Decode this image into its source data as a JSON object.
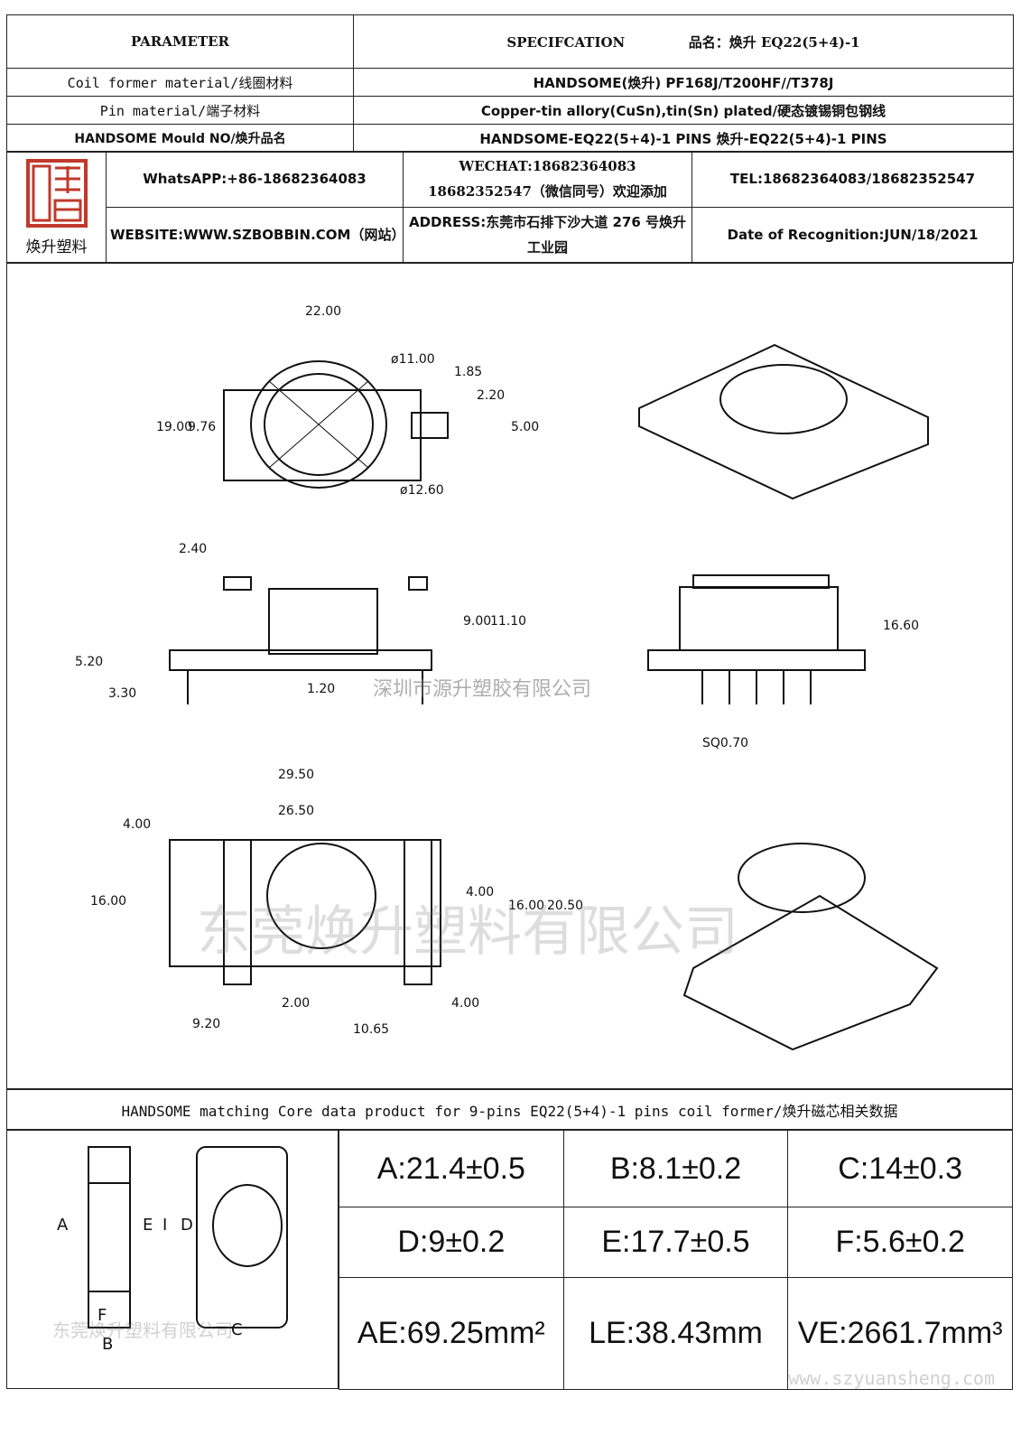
{
  "header": {
    "parameter": "PARAMETER",
    "specification": "SPECIFCATION",
    "product_name": "品名：焕升 EQ22(5+4)-1"
  },
  "rows": [
    {
      "label": "Coil former material/线圈材料",
      "value": "HANDSOME(焕升)   PF168J/T200HF//T378J"
    },
    {
      "label": "Pin material/端子材料",
      "value": "Copper-tin allory(CuSn),tin(Sn) plated/硬态镀锡铜包钢线"
    },
    {
      "label": "HANDSOME Mould NO/焕升品名",
      "value": "HANDSOME-EQ22(5+4)-1 PINS    焕升-EQ22(5+4)-1 PINS"
    }
  ],
  "company": {
    "logo_text": "焕升塑料",
    "whatsapp": "WhatsAPP:+86-18682364083",
    "wechat": "WECHAT:18682364083 18682352547（微信同号）欢迎添加",
    "tel": "TEL:18682364083/18682352547",
    "website": "WEBSITE:WWW.SZBOBBIN.COM（网站）",
    "address": "ADDRESS:东莞市石排下沙大道 276 号焕升工业园",
    "date": "Date of Recognition:JUN/18/2021"
  },
  "drawing": {
    "dims": {
      "A": "22.00",
      "B": "ø11.00",
      "C": "ø12.60",
      "D": "19.00",
      "d2": "9.76",
      "b1": "1.85",
      "b2": "2.20",
      "b3": "5.00",
      "E": "2.40",
      "J": "9.00",
      "K": "11.10",
      "F": "5.20",
      "G": "3.30",
      "I": "1.20",
      "L": "16.60",
      "M": "SQ0.70",
      "N": "29.50",
      "O": "26.50",
      "P": "4.00",
      "Q": "16.00",
      "V": "4.00",
      "W": "16.00",
      "X": "20.50",
      "S": "2.00",
      "U": "4.00",
      "T": "10.65",
      "R": "9.20"
    },
    "watermark1": "深圳市源升塑胶有限公司",
    "watermark2": "东莞焕升塑料有限公司"
  },
  "matching": {
    "text": "HANDSOME matching Core data  product for 9-pins EQ22(5+4)-1 pins coil former/焕升磁芯相关数据"
  },
  "core": {
    "watermark": "东莞焕升塑料有限公司",
    "labels": {
      "A": "A",
      "E": "E",
      "I": "I",
      "D": "D",
      "F": "F",
      "B": "B",
      "C": "C"
    },
    "cells": [
      [
        "A:21.4±0.5",
        "B:8.1±0.2",
        "C:14±0.3"
      ],
      [
        "D:9±0.2",
        "E:17.7±0.5",
        "F:5.6±0.2"
      ],
      [
        "AE:69.25mm²",
        "LE:38.43mm",
        "VE:2661.7mm³"
      ]
    ],
    "footer_watermark": "www.szyuansheng.com"
  }
}
